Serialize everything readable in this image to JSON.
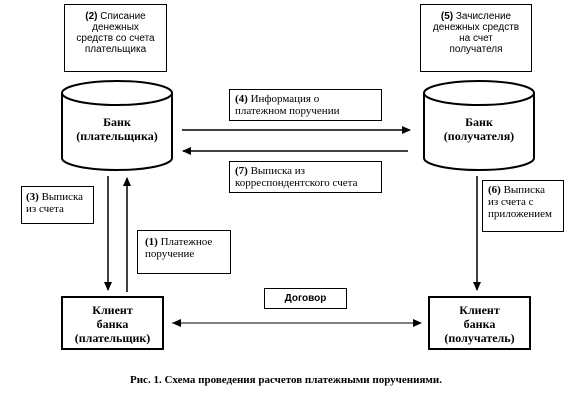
{
  "steps": {
    "s2": {
      "num": "(2)",
      "lines": [
        "Списание",
        "денежных",
        "средств со счета",
        "плательщика"
      ]
    },
    "s5": {
      "num": "(5)",
      "lines": [
        "Зачисление",
        "денежных средств",
        "на счет",
        "получателя"
      ]
    },
    "s4": {
      "num": "(4)",
      "lines": [
        "Информация о",
        "платежном поручении"
      ]
    },
    "s7": {
      "num": "(7)",
      "lines": [
        "Выписка из",
        "корреспондентского счета"
      ]
    },
    "s3": {
      "num": "(3)",
      "lines": [
        "Выписка",
        "из счета"
      ]
    },
    "s6": {
      "num": "(6)",
      "lines": [
        "Выписка",
        "из счета с",
        "приложением"
      ]
    },
    "s1": {
      "num": "(1)",
      "lines": [
        "Платежное",
        "поручение"
      ]
    }
  },
  "banks": {
    "payer": [
      "Банк",
      "(плательщика)"
    ],
    "recipient": [
      "Банк",
      "(получателя)"
    ]
  },
  "clients": {
    "payer": [
      "Клиент",
      "банка",
      "(плательщик)"
    ],
    "recipient": [
      "Клиент",
      "банка",
      "(получатель)"
    ]
  },
  "contract": "Договор",
  "caption": "Рис. 1. Схема проведения расчетов платежными поручениями."
}
